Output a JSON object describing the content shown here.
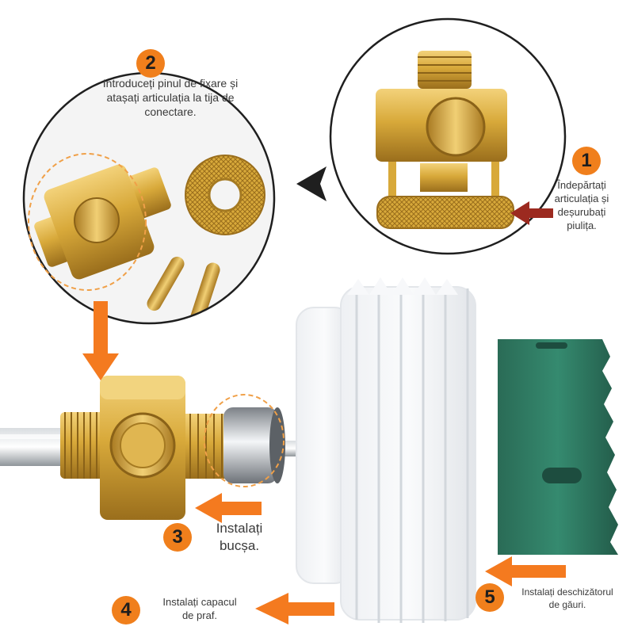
{
  "steps": [
    {
      "number": "1",
      "text": "Îndepărtați\narticulația și\ndeșurubați\npiulița."
    },
    {
      "number": "2",
      "text": "Introduceți pinul de fixare și\natașați articulația la tija de\nconectare."
    },
    {
      "number": "3",
      "text": "Instalați\nbucșa."
    },
    {
      "number": "4",
      "text": "Instalați capacul\nde praf."
    },
    {
      "number": "5",
      "text": "Instalați deschizătorul\nde găuri."
    }
  ],
  "colors": {
    "badge": "#f07f1c",
    "arrow": "#f47a1f",
    "dark_arrow": "#9c2a20",
    "brass": "#d8a93a",
    "hole_saw": "#2f7a63"
  }
}
